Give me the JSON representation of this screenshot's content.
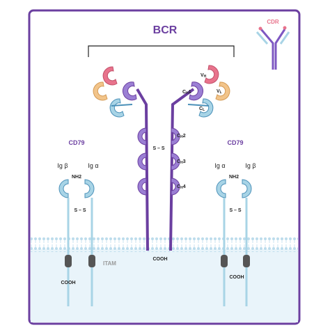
{
  "title": "BCR",
  "legend": {
    "label": "CDR"
  },
  "domains": {
    "vh": "V",
    "vh_sub": "H",
    "vl": "V",
    "vl_sub": "L",
    "ch1": "C",
    "ch1_sub": "H",
    "ch1_num": "1",
    "cl": "C",
    "cl_sub": "L",
    "ch2": "C",
    "ch2_sub": "H",
    "ch2_num": "2",
    "ch3": "C",
    "ch3_sub": "H",
    "ch3_num": "3",
    "ch4": "C",
    "ch4_sub": "H",
    "ch4_num": "4"
  },
  "disulfide": "S – S",
  "cooh": "COOH",
  "nh2": "NH2",
  "itam": "ITAM",
  "cd79_left": {
    "title": "CD79",
    "beta": "Ig β",
    "alpha": "Ig α"
  },
  "cd79_right": {
    "title": "CD79",
    "alpha": "Ig α",
    "beta": "Ig β"
  },
  "colors": {
    "frame": "#6b3fa0",
    "title": "#6b3fa0",
    "heavy": "#7e57c2",
    "heavy_light": "#b39ddb",
    "light": "#a8d4e6",
    "light_dark": "#4a90b8",
    "vh": "#e8738c",
    "vl": "#f2c48a",
    "membrane": "#cfe6f2",
    "itam": "#555555",
    "cd79": "#a8d4e6"
  }
}
